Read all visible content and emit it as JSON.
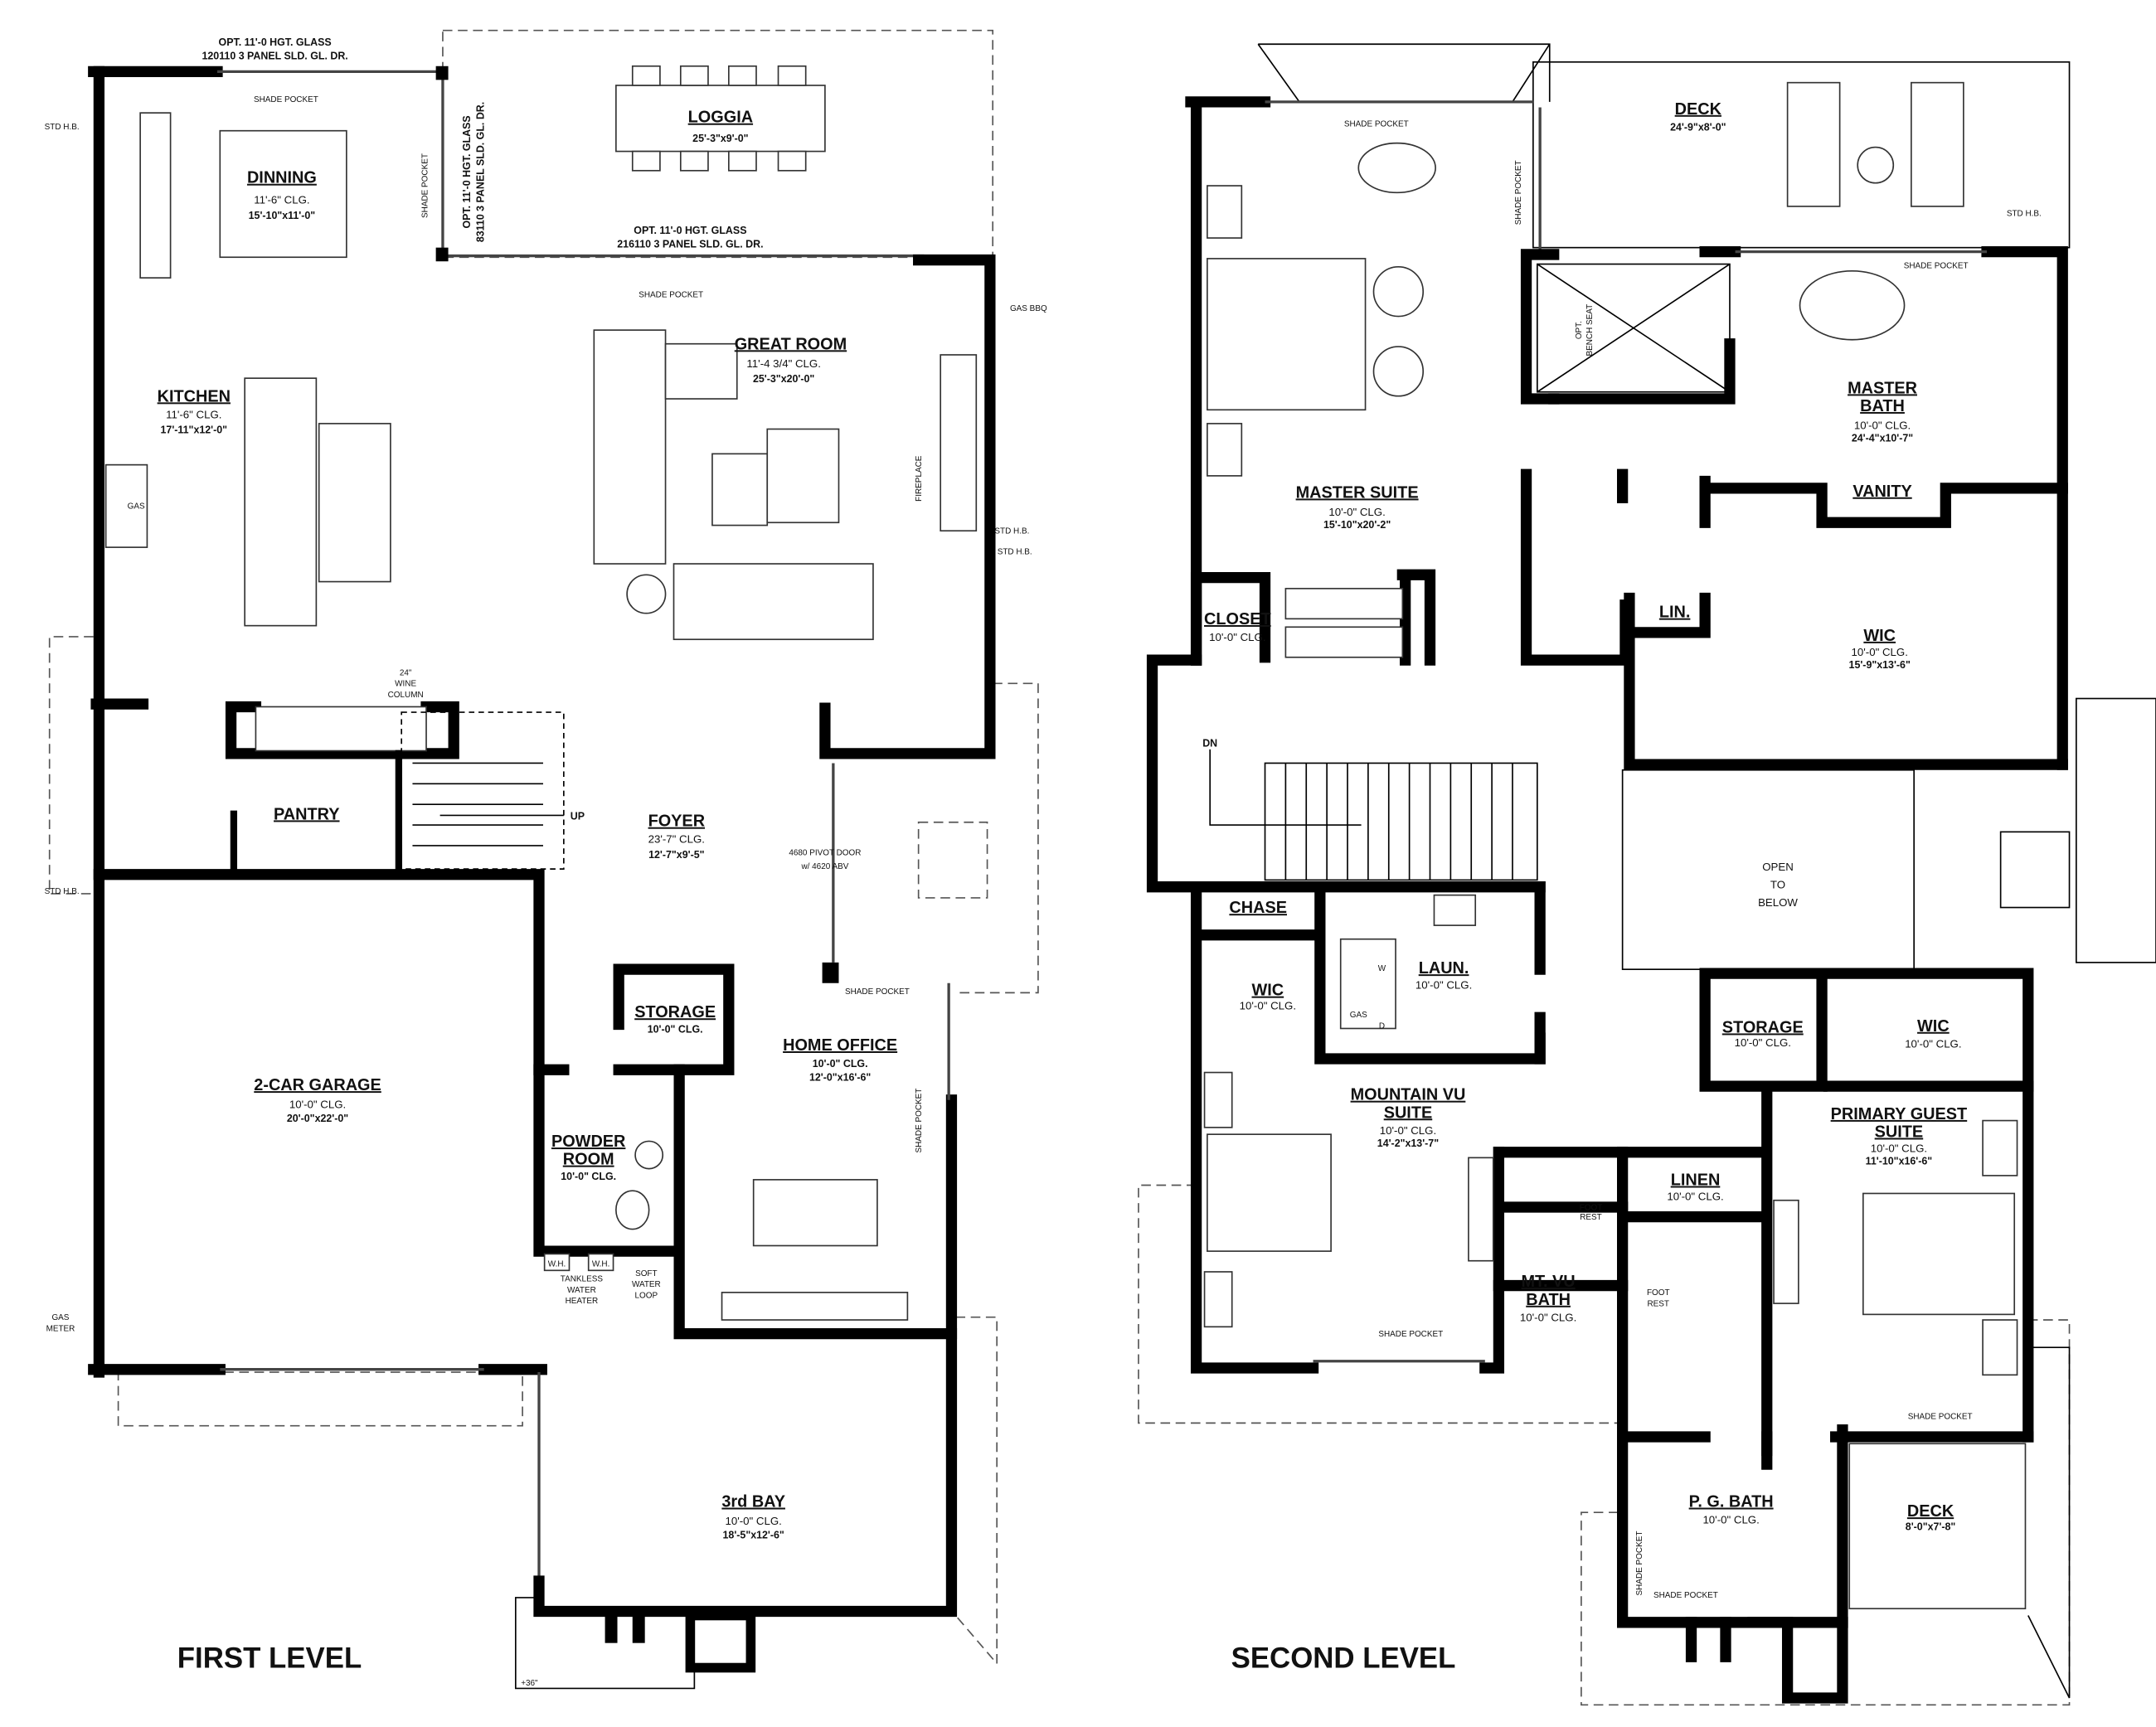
{
  "first_level": {
    "title": "FIRST LEVEL",
    "notes": {
      "top_glass_1": "OPT. 11'-0 HGT. GLASS",
      "top_glass_2": "120110 3 PANEL SLD. GL. DR.",
      "shade_pocket": "SHADE POCKET",
      "side_glass_1": "OPT. 11'-0 HGT. GLASS",
      "side_glass_2": "83110 3 PANEL SLD. GL. DR.",
      "loggia_glass_1": "OPT. 11'-0 HGT. GLASS",
      "loggia_glass_2": "216110 3 PANEL SLD. GL. DR.",
      "std_hb": "STD H.B.",
      "gas_bbq": "GAS BBQ",
      "fireplace": "FIREPLACE",
      "gas": "GAS",
      "wine_1": "24\"",
      "wine_2": "WINE",
      "wine_3": "COLUMN",
      "up": "UP",
      "pivot_1": "4680 PIVOT DOOR",
      "pivot_2": "w/ 4620 ABV",
      "wh": "W.H.",
      "tankless_1": "TANKLESS",
      "tankless_2": "WATER",
      "tankless_3": "HEATER",
      "soft_1": "SOFT",
      "soft_2": "WATER",
      "soft_3": "LOOP",
      "gas_meter_1": "GAS",
      "gas_meter_2": "METER",
      "step": "+36\""
    },
    "rooms": {
      "dinning": {
        "name": "DINNING",
        "ceiling": "11'-6\" CLG.",
        "size": "15'-10\"x11'-0\""
      },
      "loggia": {
        "name": "LOGGIA",
        "size": "25'-3\"x9'-0\""
      },
      "great_room": {
        "name": "GREAT ROOM",
        "ceiling": "11'-4 3/4\" CLG.",
        "size": "25'-3\"x20'-0\""
      },
      "kitchen": {
        "name": "KITCHEN",
        "ceiling": "11'-6\" CLG.",
        "size": "17'-11\"x12'-0\""
      },
      "pantry": {
        "name": "PANTRY"
      },
      "foyer": {
        "name": "FOYER",
        "ceiling": "23'-7\" CLG.",
        "size": "12'-7\"x9'-5\""
      },
      "storage": {
        "name": "STORAGE",
        "ceiling": "10'-0\" CLG."
      },
      "home_office": {
        "name": "HOME OFFICE",
        "ceiling": "10'-0\" CLG.",
        "size": "12'-0\"x16'-6\""
      },
      "garage": {
        "name": "2-CAR GARAGE",
        "ceiling": "10'-0\" CLG.",
        "size": "20'-0\"x22'-0\""
      },
      "powder": {
        "name_1": "POWDER",
        "name_2": "ROOM",
        "ceiling": "10'-0\" CLG."
      },
      "third_bay": {
        "name": "3rd BAY",
        "ceiling": "10'-0\" CLG.",
        "size": "18'-5\"x12'-6\""
      }
    }
  },
  "second_level": {
    "title": "SECOND LEVEL",
    "notes": {
      "shade_pocket": "SHADE POCKET",
      "std_hb": "STD H.B.",
      "bench_1": "OPT.",
      "bench_2": "BENCH SEAT",
      "dn": "DN",
      "open_1": "OPEN",
      "open_2": "TO",
      "open_3": "BELOW",
      "w": "W",
      "d": "D",
      "gas": "GAS",
      "foot_1": "FOOT",
      "foot_2": "REST"
    },
    "rooms": {
      "deck_top": {
        "name": "DECK",
        "size": "24'-9\"x8'-0\""
      },
      "master_bath": {
        "name_1": "MASTER",
        "name_2": "BATH",
        "ceiling": "10'-0\" CLG.",
        "size": "24'-4\"x10'-7\""
      },
      "master_suite": {
        "name": "MASTER SUITE",
        "ceiling": "10'-0\" CLG.",
        "size": "15'-10\"x20'-2\""
      },
      "vanity": {
        "name": "VANITY"
      },
      "closet": {
        "name": "CLOSET",
        "ceiling": "10'-0\" CLG."
      },
      "lin": {
        "name": "LIN."
      },
      "wic_master": {
        "name": "WIC",
        "ceiling": "10'-0\" CLG.",
        "size": "15'-9\"x13'-6\""
      },
      "chase": {
        "name": "CHASE"
      },
      "laundry": {
        "name": "LAUN.",
        "ceiling": "10'-0\" CLG."
      },
      "wic_mv": {
        "name": "WIC",
        "ceiling": "10'-0\" CLG."
      },
      "storage": {
        "name": "STORAGE",
        "ceiling": "10'-0\" CLG."
      },
      "wic_pg": {
        "name": "WIC",
        "ceiling": "10'-0\" CLG."
      },
      "mountain_vu": {
        "name_1": "MOUNTAIN VU",
        "name_2": "SUITE",
        "ceiling": "10'-0\" CLG.",
        "size": "14'-2\"x13'-7\""
      },
      "primary_guest": {
        "name_1": "PRIMARY GUEST",
        "name_2": "SUITE",
        "ceiling": "10'-0\" CLG.",
        "size": "11'-10\"x16'-6\""
      },
      "linen": {
        "name": "LINEN",
        "ceiling": "10'-0\" CLG."
      },
      "mt_vu_bath": {
        "name_1": "MT. VU",
        "name_2": "BATH",
        "ceiling": "10'-0\" CLG."
      },
      "pg_bath": {
        "name": "P. G. BATH",
        "ceiling": "10'-0\" CLG."
      },
      "deck_small": {
        "name": "DECK",
        "size": "8'-0\"x7'-8\""
      }
    }
  }
}
